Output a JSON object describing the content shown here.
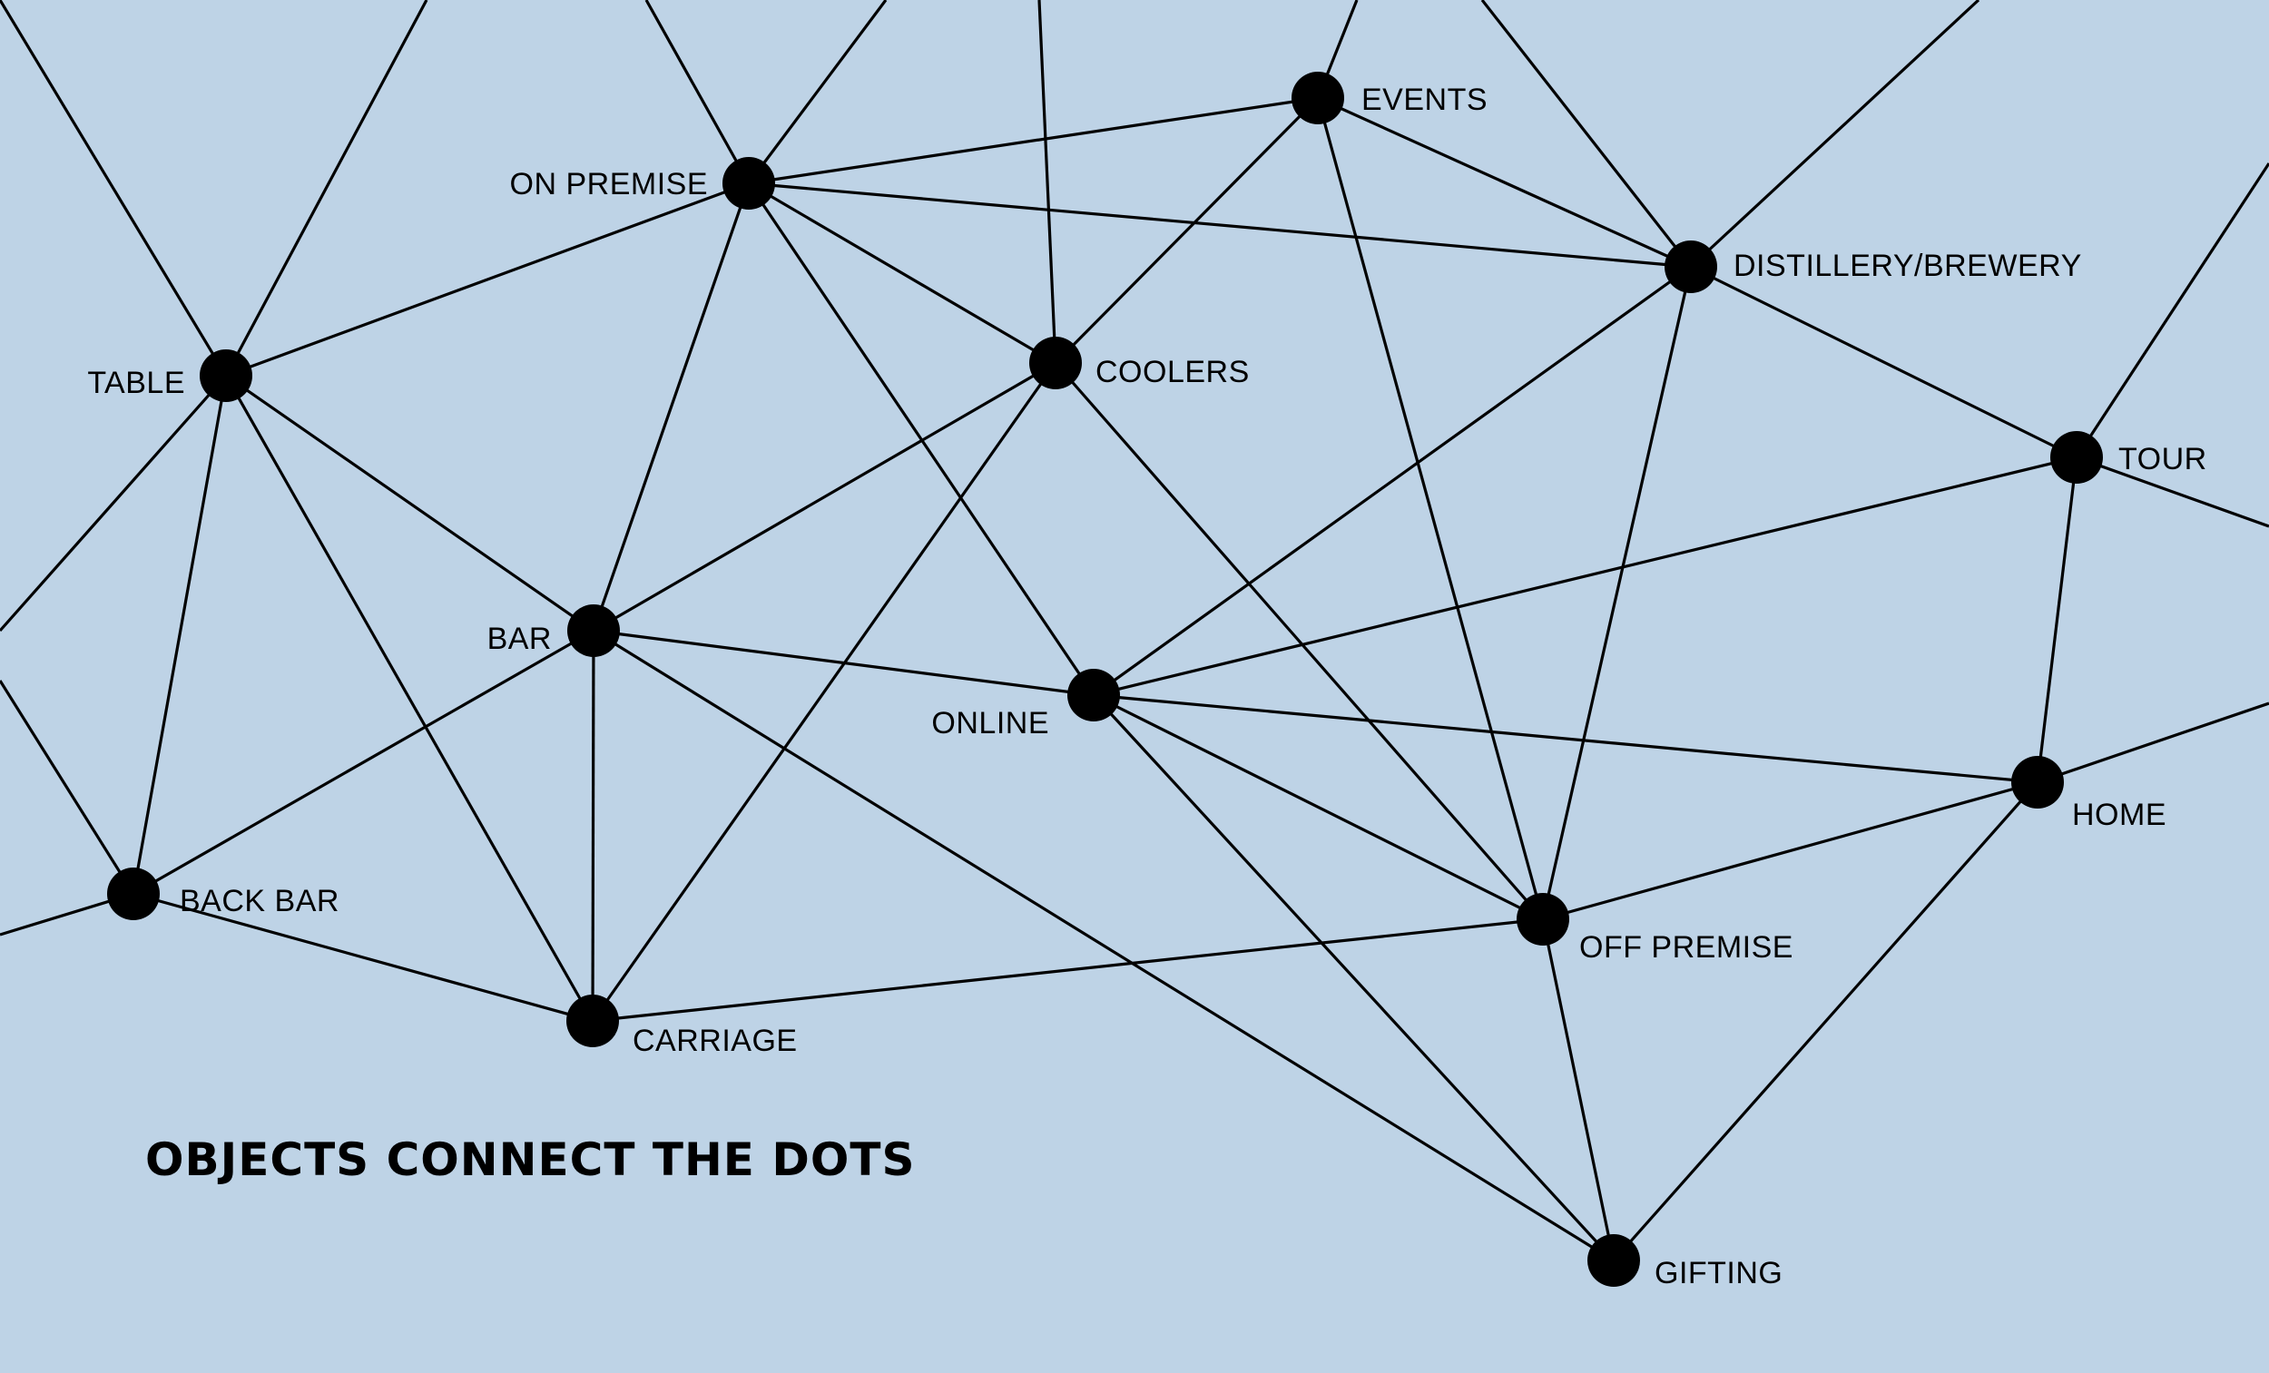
{
  "title": "OBJECTS CONNECT THE DOTS",
  "colors": {
    "background": "#bed3e6",
    "line": "#000000",
    "dot": "#000000"
  },
  "nodes": [
    {
      "id": "on_premise",
      "label": "ON PREMISE"
    },
    {
      "id": "events",
      "label": "EVENTS"
    },
    {
      "id": "distillery",
      "label": "DISTILLERY/BREWERY"
    },
    {
      "id": "table",
      "label": "TABLE"
    },
    {
      "id": "coolers",
      "label": "COOLERS"
    },
    {
      "id": "tour",
      "label": "TOUR"
    },
    {
      "id": "bar",
      "label": "BAR"
    },
    {
      "id": "online",
      "label": "ONLINE"
    },
    {
      "id": "home",
      "label": "HOME"
    },
    {
      "id": "back_bar",
      "label": "BACK BAR"
    },
    {
      "id": "off_premise",
      "label": "OFF PREMISE"
    },
    {
      "id": "carriage",
      "label": "CARRIAGE"
    },
    {
      "id": "gifting",
      "label": "GIFTING"
    }
  ],
  "edges": [
    [
      "on_premise",
      "events"
    ],
    [
      "on_premise",
      "distillery"
    ],
    [
      "on_premise",
      "table"
    ],
    [
      "on_premise",
      "coolers"
    ],
    [
      "on_premise",
      "bar"
    ],
    [
      "on_premise",
      "online"
    ],
    [
      "events",
      "distillery"
    ],
    [
      "events",
      "coolers"
    ],
    [
      "events",
      "off_premise"
    ],
    [
      "distillery",
      "tour"
    ],
    [
      "distillery",
      "online"
    ],
    [
      "distillery",
      "off_premise"
    ],
    [
      "table",
      "bar"
    ],
    [
      "table",
      "back_bar"
    ],
    [
      "table",
      "carriage"
    ],
    [
      "coolers",
      "bar"
    ],
    [
      "coolers",
      "carriage"
    ],
    [
      "coolers",
      "off_premise"
    ],
    [
      "bar",
      "online"
    ],
    [
      "bar",
      "back_bar"
    ],
    [
      "bar",
      "carriage"
    ],
    [
      "bar",
      "gifting"
    ],
    [
      "online",
      "tour"
    ],
    [
      "online",
      "home"
    ],
    [
      "online",
      "off_premise"
    ],
    [
      "online",
      "gifting"
    ],
    [
      "tour",
      "home"
    ],
    [
      "home",
      "off_premise"
    ],
    [
      "home",
      "gifting"
    ],
    [
      "back_bar",
      "carriage"
    ],
    [
      "carriage",
      "off_premise"
    ],
    [
      "off_premise",
      "gifting"
    ]
  ],
  "offscreen_edges": [
    {
      "from": "table"
    },
    {
      "from": "table"
    },
    {
      "from": "table"
    },
    {
      "from": "back_bar"
    },
    {
      "from": "back_bar"
    },
    {
      "from": "on_premise"
    },
    {
      "from": "on_premise"
    },
    {
      "from": "coolers"
    },
    {
      "from": "events"
    },
    {
      "from": "distillery"
    },
    {
      "from": "distillery"
    },
    {
      "from": "tour"
    },
    {
      "from": "tour"
    },
    {
      "from": "home"
    }
  ]
}
